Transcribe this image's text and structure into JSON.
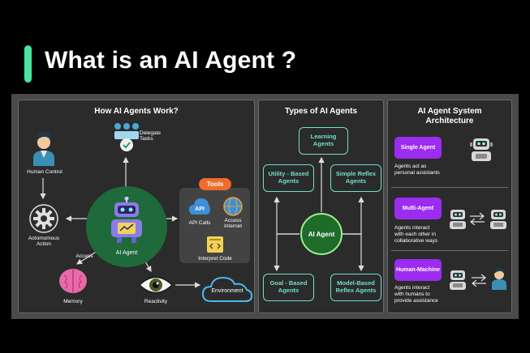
{
  "title": "What is an AI Agent ?",
  "colors": {
    "accent": "#4be2a0",
    "teal": "#6fe0c8",
    "purple": "#9b2cf0",
    "tools": "#f06a2a",
    "agent_glow": "#1e6a3a"
  },
  "work": {
    "title": "How AI Agents Work?",
    "human_control": "Human Control",
    "delegate": "Delegate\nTasks",
    "autonomous": "Aotomomous\nAction",
    "ai_agent": "AI Agent",
    "access": "Access",
    "memory": "Memory",
    "reactivity": "Reactivity",
    "environment": "Environment",
    "tools": {
      "title": "Tools",
      "api_calls": "API Calls",
      "access_internet": "Access\nInternet",
      "interpret_code": "Interpret Code"
    }
  },
  "types": {
    "title": "Types of AI Agents",
    "learning": "Learning\nAgents",
    "utility": "Utility - Based\nAgents",
    "simple": "Simple Reflex\nAgents",
    "core": "AI Agent",
    "goal": "Goal - Based\nAgents",
    "model": "Model-Based\nReflex Agents"
  },
  "arch": {
    "title": "AI Agent System\nArchitecture",
    "rows": [
      {
        "label": "Single Agent",
        "desc": "Agents act as\npersonal assistants"
      },
      {
        "label": "Multi-Agent",
        "desc": "Agents interact\nwith each other in\ncollaborative ways"
      },
      {
        "label": "Human-Machine",
        "desc": "Agents interact\nwith humans to\nprovide assistance"
      }
    ]
  }
}
